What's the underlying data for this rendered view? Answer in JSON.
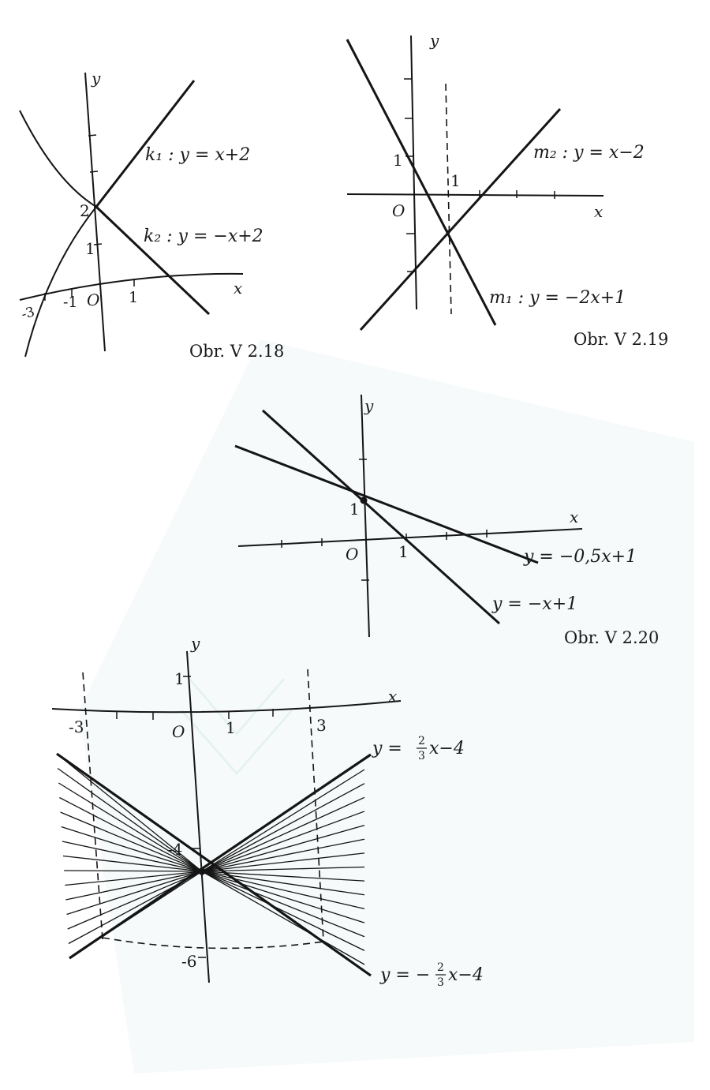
{
  "figures": [
    {
      "caption": "Obr. V 2.18",
      "axis_x": "x",
      "axis_y": "y",
      "origin": "O",
      "x_ticks": [
        "-3",
        "-1",
        "1"
      ],
      "y_ticks": [
        "1",
        "2"
      ],
      "lines": [
        {
          "label": "k₁ :  y = x+2",
          "slope": 1,
          "intercept": 2
        },
        {
          "label": "k₂ :  y = −x+2",
          "slope": -1,
          "intercept": 2
        }
      ]
    },
    {
      "caption": "Obr. V 2.19",
      "axis_x": "x",
      "axis_y": "y",
      "origin": "O",
      "x_ticks": [
        "1"
      ],
      "y_ticks": [
        "1"
      ],
      "lines": [
        {
          "label": "m₂ :  y = x−2",
          "slope": 1,
          "intercept": -2
        },
        {
          "label": "m₁ :  y = −2x+1",
          "slope": -2,
          "intercept": 1
        }
      ],
      "dashed_vertical_x": 1
    },
    {
      "caption": "Obr. V 2.20",
      "axis_x": "x",
      "axis_y": "y",
      "origin": "O",
      "x_ticks": [
        "1"
      ],
      "y_ticks": [
        "1"
      ],
      "lines": [
        {
          "label": "y = −0,5x+1",
          "slope": -0.5,
          "intercept": 1
        },
        {
          "label": "y = −x+1",
          "slope": -1,
          "intercept": 1
        }
      ],
      "common_point": [
        0,
        1
      ]
    },
    {
      "caption": "",
      "axis_x": "x",
      "axis_y": "y",
      "origin": "O",
      "x_ticks": [
        "-3",
        "1",
        "3"
      ],
      "y_ticks": [
        "1",
        "-4",
        "-6"
      ],
      "boundary_lines": [
        {
          "label_prefix": "y = ",
          "label_num": "2",
          "label_den": "3",
          "label_suffix": "x−4",
          "slope": 0.6667,
          "intercept": -4
        },
        {
          "label_prefix": "y = −",
          "label_num": "2",
          "label_den": "3",
          "label_suffix": "x−4",
          "slope": -0.6667,
          "intercept": -4
        }
      ],
      "pencil_center": [
        0,
        -4
      ],
      "dashed_bounds_x": [
        -3,
        3
      ]
    }
  ]
}
